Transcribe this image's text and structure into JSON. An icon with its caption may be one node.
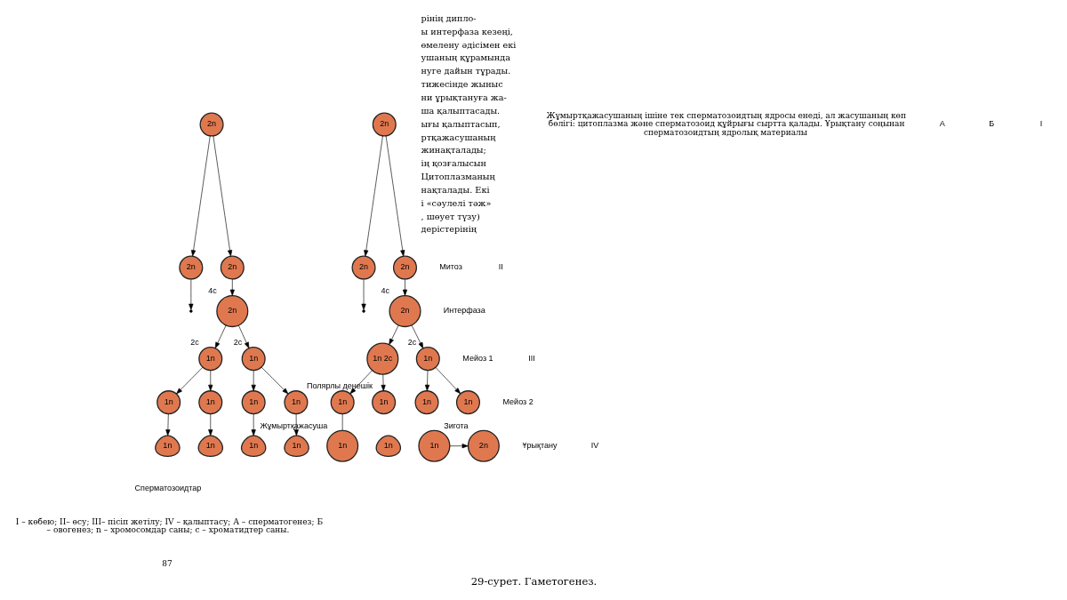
{
  "diagram": {
    "caption": "29-сурет. Гаметогенез.",
    "nodes": [
      {
        "text": [
          "2n"
        ]
      },
      {
        "text": [
          "2n"
        ]
      },
      {
        "text": [
          "2n"
        ]
      },
      {
        "text": [
          "2n"
        ],
        "beside": [
          "4c"
        ]
      },
      {
        "text": [
          "1n"
        ],
        "beside": [
          "2c"
        ]
      },
      {
        "text": [
          "1n"
        ],
        "beside": [
          "2c"
        ]
      },
      {
        "text": [
          "1n"
        ]
      },
      {
        "text": [
          "1n"
        ]
      },
      {
        "text": [
          "1n"
        ]
      },
      {
        "text": [
          "1n"
        ]
      },
      {
        "text": [
          "1n"
        ]
      },
      {
        "text": [
          "1n"
        ]
      },
      {
        "text": [
          "1n"
        ]
      },
      {
        "text": [
          "1n"
        ]
      },
      {
        "text": [
          "2n"
        ]
      },
      {
        "text": [
          "2n"
        ]
      },
      {
        "text": [
          "2n"
        ]
      },
      {
        "text": [
          "2n"
        ],
        "beside": [
          "4c"
        ]
      },
      {
        "text": [
          "1n 2c"
        ]
      },
      {
        "text": [
          "1n"
        ],
        "beside": [
          "2c"
        ]
      },
      {
        "text": [
          "1n"
        ]
      },
      {
        "text": [
          "1n"
        ],
        "beside": [
          "Полярлы денешік"
        ]
      },
      {
        "text": [
          "1n"
        ]
      },
      {
        "text": [
          "1n"
        ]
      },
      {
        "text": [
          "1n"
        ],
        "beside": [
          "Жұмыртқажасуша"
        ]
      },
      {
        "text": [
          "1n"
        ]
      },
      {
        "text": [
          "1n"
        ]
      },
      {
        "text": [
          "2n"
        ],
        "beside": [
          "Зигота"
        ]
      }
    ],
    "edges": [
      {
        "from": 0,
        "to": 1,
        "arrow": "to"
      },
      {
        "from": 0,
        "to": 2,
        "arrow": "to"
      },
      {
        "from": 1,
        "to": null,
        "arrow": "to"
      },
      {
        "from": 2,
        "to": 3,
        "arrow": "to"
      },
      {
        "from": 3,
        "to": 4,
        "arrow": "to"
      },
      {
        "from": 3,
        "to": 5,
        "arrow": "to"
      },
      {
        "from": 4,
        "to": 6,
        "arrow": "to"
      },
      {
        "from": 4,
        "to": 7,
        "arrow": "to"
      },
      {
        "from": 5,
        "to": 8,
        "arrow": "to"
      },
      {
        "from": 5,
        "to": 9,
        "arrow": "to"
      },
      {
        "from": 6,
        "to": 10,
        "arrow": "to"
      },
      {
        "from": 7,
        "to": 11,
        "arrow": "to"
      },
      {
        "from": 8,
        "to": 12,
        "arrow": "to"
      },
      {
        "from": 9,
        "to": 13,
        "arrow": "to"
      },
      {
        "from": 14,
        "to": 15,
        "arrow": "to"
      },
      {
        "from": 14,
        "to": 16,
        "arrow": "to"
      },
      {
        "from": 15,
        "to": null,
        "arrow": "to"
      },
      {
        "from": 16,
        "to": 17,
        "arrow": "to"
      },
      {
        "from": 17,
        "to": 18,
        "arrow": "to"
      },
      {
        "from": 17,
        "to": 19,
        "arrow": "to"
      },
      {
        "from": 18,
        "to": 20,
        "arrow": "to"
      },
      {
        "from": 18,
        "to": 21,
        "arrow": "to"
      },
      {
        "from": 19,
        "to": 22,
        "arrow": "to"
      },
      {
        "from": 19,
        "to": 23,
        "arrow": "to"
      },
      {
        "from": 20,
        "to": 24,
        "arrow": "none"
      },
      {
        "from": 26,
        "to": 27,
        "arrow": "to"
      }
    ],
    "labels": [
      "рінің дипло-",
      "ы интерфаза кезеңі,",
      "өмелену әдісімен екі",
      "ушаның құрамында",
      "нуге дайын тұрады.",
      "тижесінде жыныс",
      "ни ұрықтануға жа-",
      "ша қалыптасады.",
      "ығы қалыптасып,",
      "ртқажасушаның",
      "жинақталады;",
      "ің қозғалысын",
      "Цитоплазманың",
      "нақталады. Екі",
      "і «сәулелі тәж»",
      ", шөует түзу)",
      "дерістерінің",
      "Жұмыртқажасушаның ішіне тек сперматозоидтың ядросы енеді, ал жасушаның көп бөлігі: цитоплазма және сперматозоид құйрығы сыртта қалады. Ұрықтану соңынан сперматозоидтың ядролық материалы",
      "А",
      "Б",
      "I",
      "Митоз",
      "II",
      "Интерфаза",
      "Мейоз 1",
      "III",
      "Мейоз 2",
      "Ұрықтану",
      "IV",
      "Сперматозоидтар",
      "I – көбею; II– өсу; III– пісіп жетілу; IV – қалыптасу; А – сперматогенез; Б – овогенез; n – хромосомдар саны; c – хроматидтер саны.",
      "87"
    ]
  }
}
